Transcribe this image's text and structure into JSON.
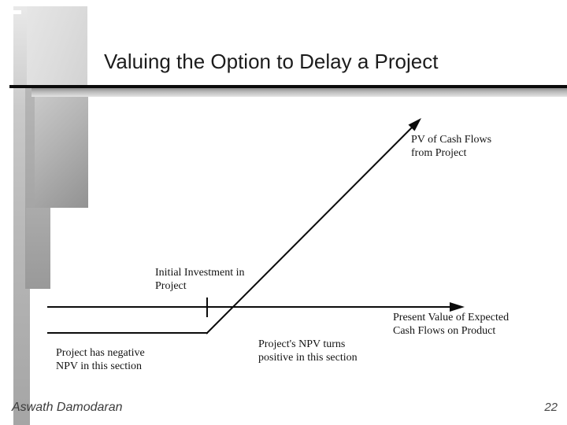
{
  "slide": {
    "title": "Valuing the Option to Delay a Project",
    "footer": {
      "author": "Aswath Damodaran",
      "page_number": "22"
    }
  },
  "diagram": {
    "type": "option-payoff-diagram",
    "labels": {
      "pv_cash_flows": "PV of Cash Flows\nfrom Project",
      "initial_investment": "Initial Investment in\nProject",
      "present_value_axis": "Present Value of Expected\nCash Flows on Product",
      "negative_npv": "Project has negative\nNPV in this section",
      "positive_npv": "Project's NPV turns\npositive in this section"
    }
  }
}
